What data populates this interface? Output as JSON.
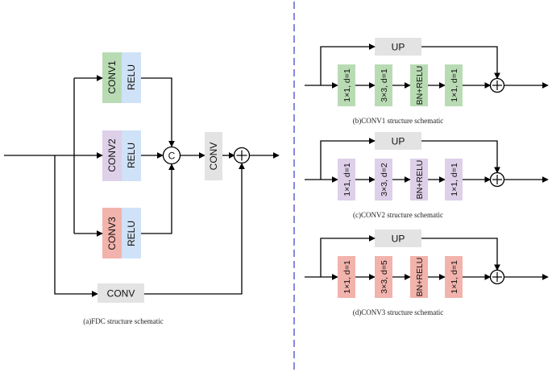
{
  "panel_a": {
    "caption": "(a)FDC structure schematic",
    "branches": [
      {
        "conv": "CONV1",
        "act": "RELU"
      },
      {
        "conv": "CONV2",
        "act": "RELU"
      },
      {
        "conv": "CONV3",
        "act": "RELU"
      }
    ],
    "concat_symbol": "C",
    "conv_after_concat": "CONV",
    "shortcut_conv": "CONV",
    "add_symbol": "+"
  },
  "panels_right": [
    {
      "caption": "(b)CONV1 structure schematic",
      "up": "UP",
      "blocks": [
        "1×1,  d=1",
        "3×3,  d=1",
        "BN+RELU",
        "1×1,  d=1"
      ],
      "add_symbol": "+"
    },
    {
      "caption": "(c)CONV2 structure schematic",
      "up": "UP",
      "blocks": [
        "1×1,  d=1",
        "3×3,  d=2",
        "BN+RELU",
        "1×1,  d=1"
      ],
      "add_symbol": "+"
    },
    {
      "caption": "(d)CONV3 structure schematic",
      "up": "UP",
      "blocks": [
        "1×1,  d=1",
        "3×3,  d=5",
        "BN+RELU",
        "1×1,  d=1"
      ],
      "add_symbol": "+"
    }
  ],
  "colors": {
    "conv1": "#b9dbb4",
    "conv2": "#ddd0e8",
    "conv3": "#f2b3ac",
    "relu": "#cfe2f7",
    "conv_gray": "#e3e3e3",
    "divider": "#6b6bd6"
  }
}
